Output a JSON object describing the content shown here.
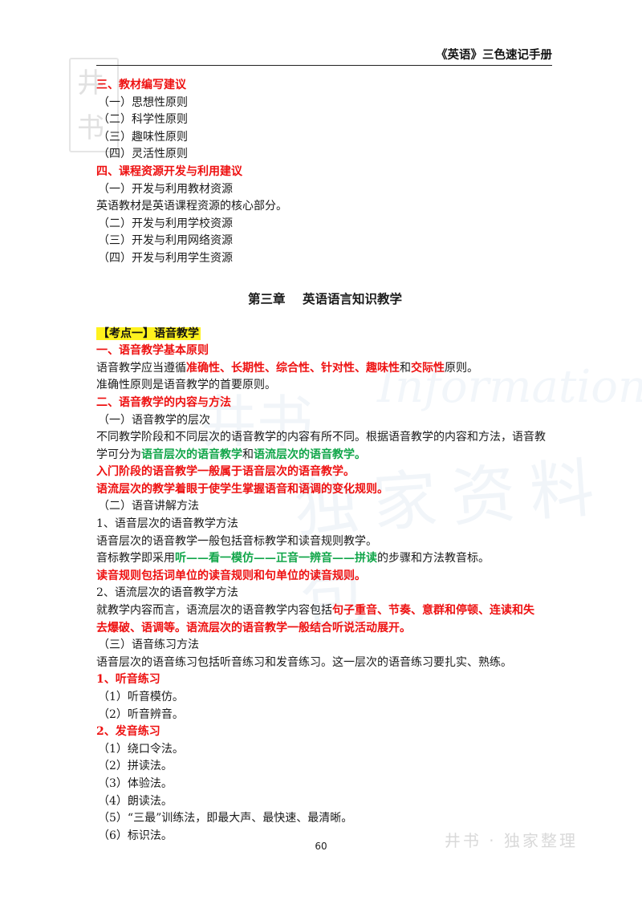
{
  "header": {
    "title": "《英语》三色速记手册"
  },
  "watermarks": {
    "seal_chars": [
      "井",
      "书"
    ],
    "big_left": "井书",
    "big_right": "独家资料包",
    "script": "Information",
    "corner": "井书 · 独家整理"
  },
  "section3": {
    "heading": "三、教材编写建议",
    "items": [
      "（一）思想性原则",
      "（二）科学性原则",
      "（三）趣味性原则",
      "（四）灵活性原则"
    ]
  },
  "section4": {
    "heading": "四、课程资源开发与利用建议",
    "item1": "（一）开发与利用教材资源",
    "item1_text": "英语教材是英语课程资源的核心部分。",
    "item2": "（二）开发与利用学校资源",
    "item3": "（三）开发与利用网络资源",
    "item4": "（四）开发与利用学生资源"
  },
  "chapter": {
    "number": "第三章",
    "title": "英语语言知识教学"
  },
  "kaodian": {
    "label": "【考点一】语音教学"
  },
  "s1": {
    "heading": "一、语音教学基本原则",
    "p1_pre": "语音教学应当遵循",
    "p1_red": "准确性、长期性、综合性、针对性、趣味性",
    "p1_and": "和",
    "p1_red2": "交际性",
    "p1_post": "原则。",
    "p2": "准确性原则是语音教学的首要原则。"
  },
  "s2": {
    "heading": "二、语音教学的内容与方法",
    "sub1": "（一）语音教学的层次",
    "p1": "不同教学阶段和不同层次的语音教学的内容有所不同。根据语音教学的内容和方法，语音教",
    "p2_pre": "学可分为",
    "p2_green1": "语音层次的语音教学",
    "p2_and": "和",
    "p2_green2": "语流层次的语音教学。",
    "red1": "入门阶段的语音教学一般属于语音层次的语音教学。",
    "red2": "语流层次的教学着眼于使学生掌握语音和语调的变化规则。",
    "sub2": "（二）语音讲解方法",
    "m1_title": "1、语音层次的语音教学方法",
    "m1_p1": "语音层次的语音教学一般包括音标教学和读音规则教学。",
    "m1_p2_pre": "音标教学即采用",
    "m1_p2_green": "听——看一模仿——正音一辨音——拼读",
    "m1_p2_post": "的步骤和方法教音标。",
    "m1_red": "读音规则包括词单位的读音规则和句单位的读音规则。",
    "m2_title": "2、语流层次的语音教学方法",
    "m2_p1_pre": "就教学内容而言，语流层次的语音教学内容包括",
    "m2_p1_red": "句子重音、节奏、意群和停顿、连读和失",
    "m2_p2_red": "去爆破、语调等。语流层次的语音教学一般结合听说活动展开。",
    "sub3": "（三）语音练习方法",
    "pr_p1": "语音层次的语音练习包括听音练习和发音练习。这一层次的语音练习要扎实、熟练。",
    "listen_heading": "1、听音练习",
    "listen_items": [
      "（1）听音模仿。",
      "（2）听音辨音。"
    ],
    "speak_heading": "2、发音练习",
    "speak_items": [
      "（1）绕口令法。",
      "（2）拼读法。",
      "（3）体验法。",
      "（4）朗读法。",
      "（5）“三最”训练法，即最大声、最快速、最清晰。",
      "（6）标识法。"
    ]
  },
  "footer": {
    "page_number": "60"
  }
}
